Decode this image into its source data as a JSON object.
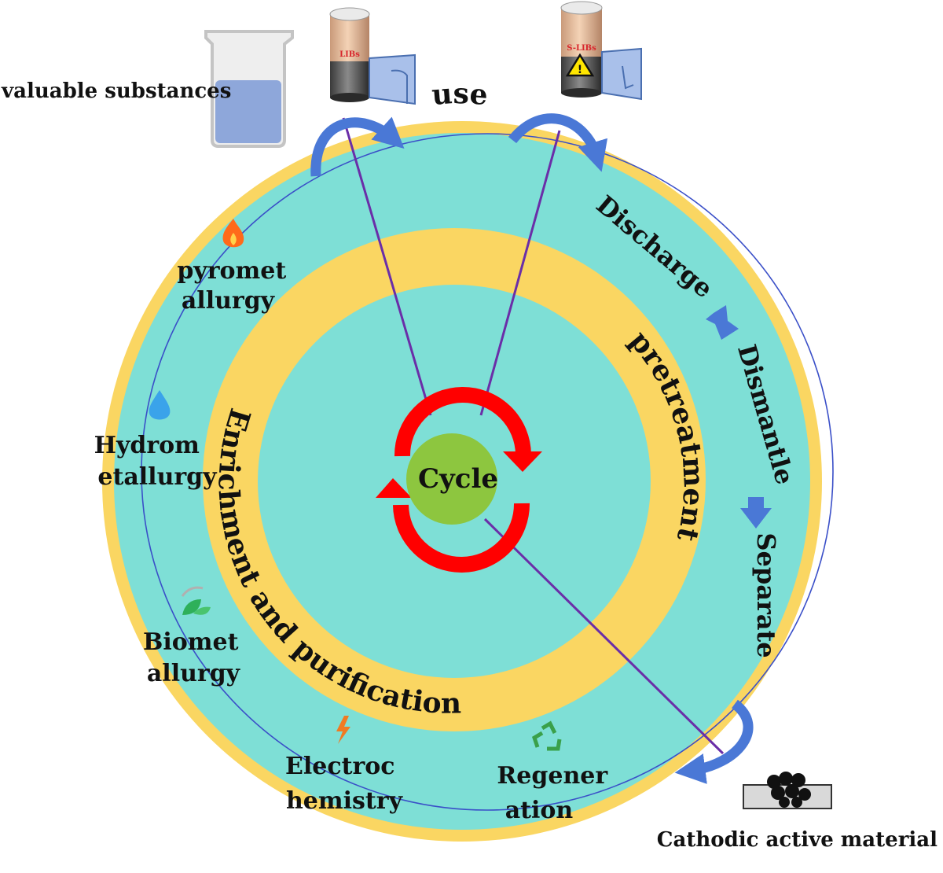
{
  "colors": {
    "ring_yellow": "#fad662",
    "ring_teal": "#7edfd6",
    "center_green": "#8dc63f",
    "cycle_red": "#ff0000",
    "arrow_blue": "#4a78d6",
    "line_purple": "#6a2ea8",
    "orbit_blue": "#3a4fc8"
  },
  "center": {
    "label": "Cycle"
  },
  "ring_labels": {
    "use": "use",
    "pretreatment": "pretreatment",
    "enrichment": "Enrichment and purification"
  },
  "steps": [
    "Discharge",
    "Dismantle",
    "Separate"
  ],
  "methods": [
    {
      "line1": "pyromet",
      "line2": "allurgy",
      "icon": "fire-icon"
    },
    {
      "line1": "Hydrom",
      "line2": "etallurgy",
      "icon": "water-drop-icon"
    },
    {
      "line1": "Biomet",
      "line2": "allurgy",
      "icon": "leaf-icon"
    },
    {
      "line1": "Electroc",
      "line2": "hemistry",
      "icon": "lightning-icon"
    },
    {
      "line1": "Regener",
      "line2": "ation",
      "icon": "recycle-icon"
    }
  ],
  "corner_labels": {
    "valuable": "valuable substances",
    "cathodic": "Cathodic active material"
  },
  "batteries": {
    "new": "LIBs",
    "spent": "S-LIBs",
    "warning": "!"
  }
}
